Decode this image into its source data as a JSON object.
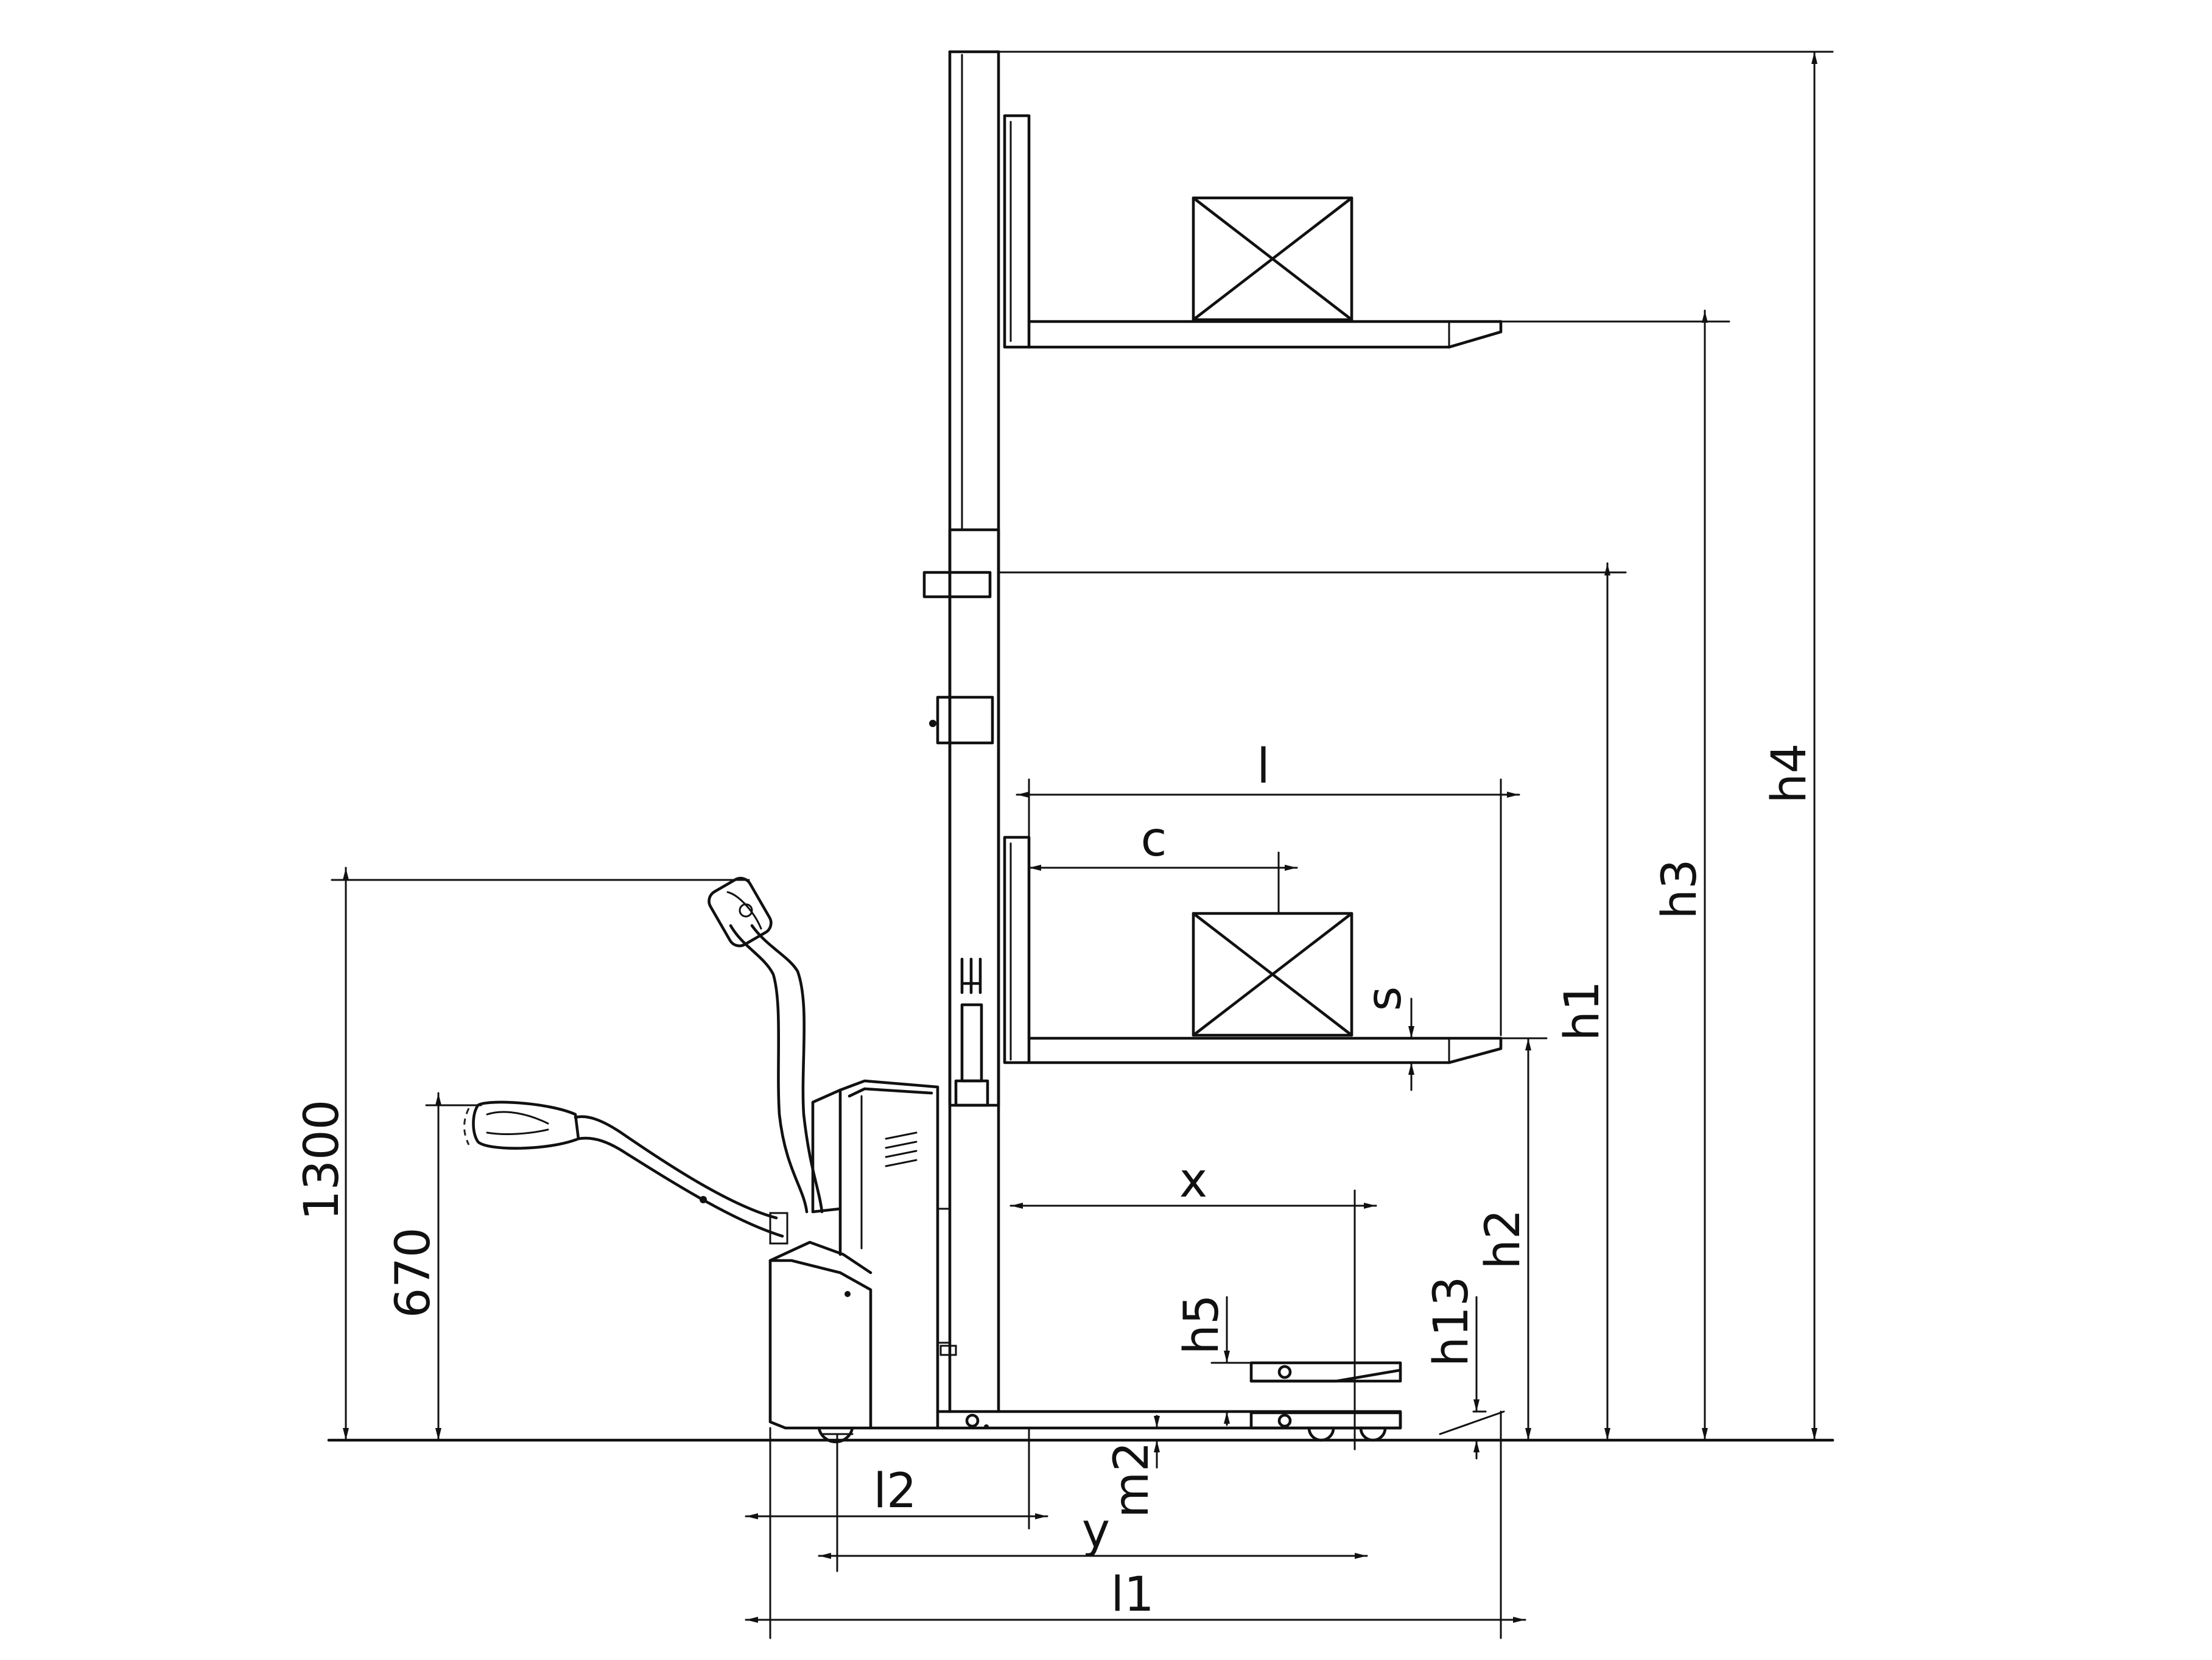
{
  "colors": {
    "line": "#111111",
    "background": "#ffffff"
  },
  "labels": {
    "h4": "h4",
    "h3": "h3",
    "h1": "h1",
    "h2": "h2",
    "h5": "h5",
    "h13": "h13",
    "s": "s",
    "l": "l",
    "c": "c",
    "x": "x",
    "l2": "l2",
    "m2": "m2",
    "y": "y",
    "l1": "l1",
    "handle_high": "1300",
    "handle_low": "670"
  }
}
